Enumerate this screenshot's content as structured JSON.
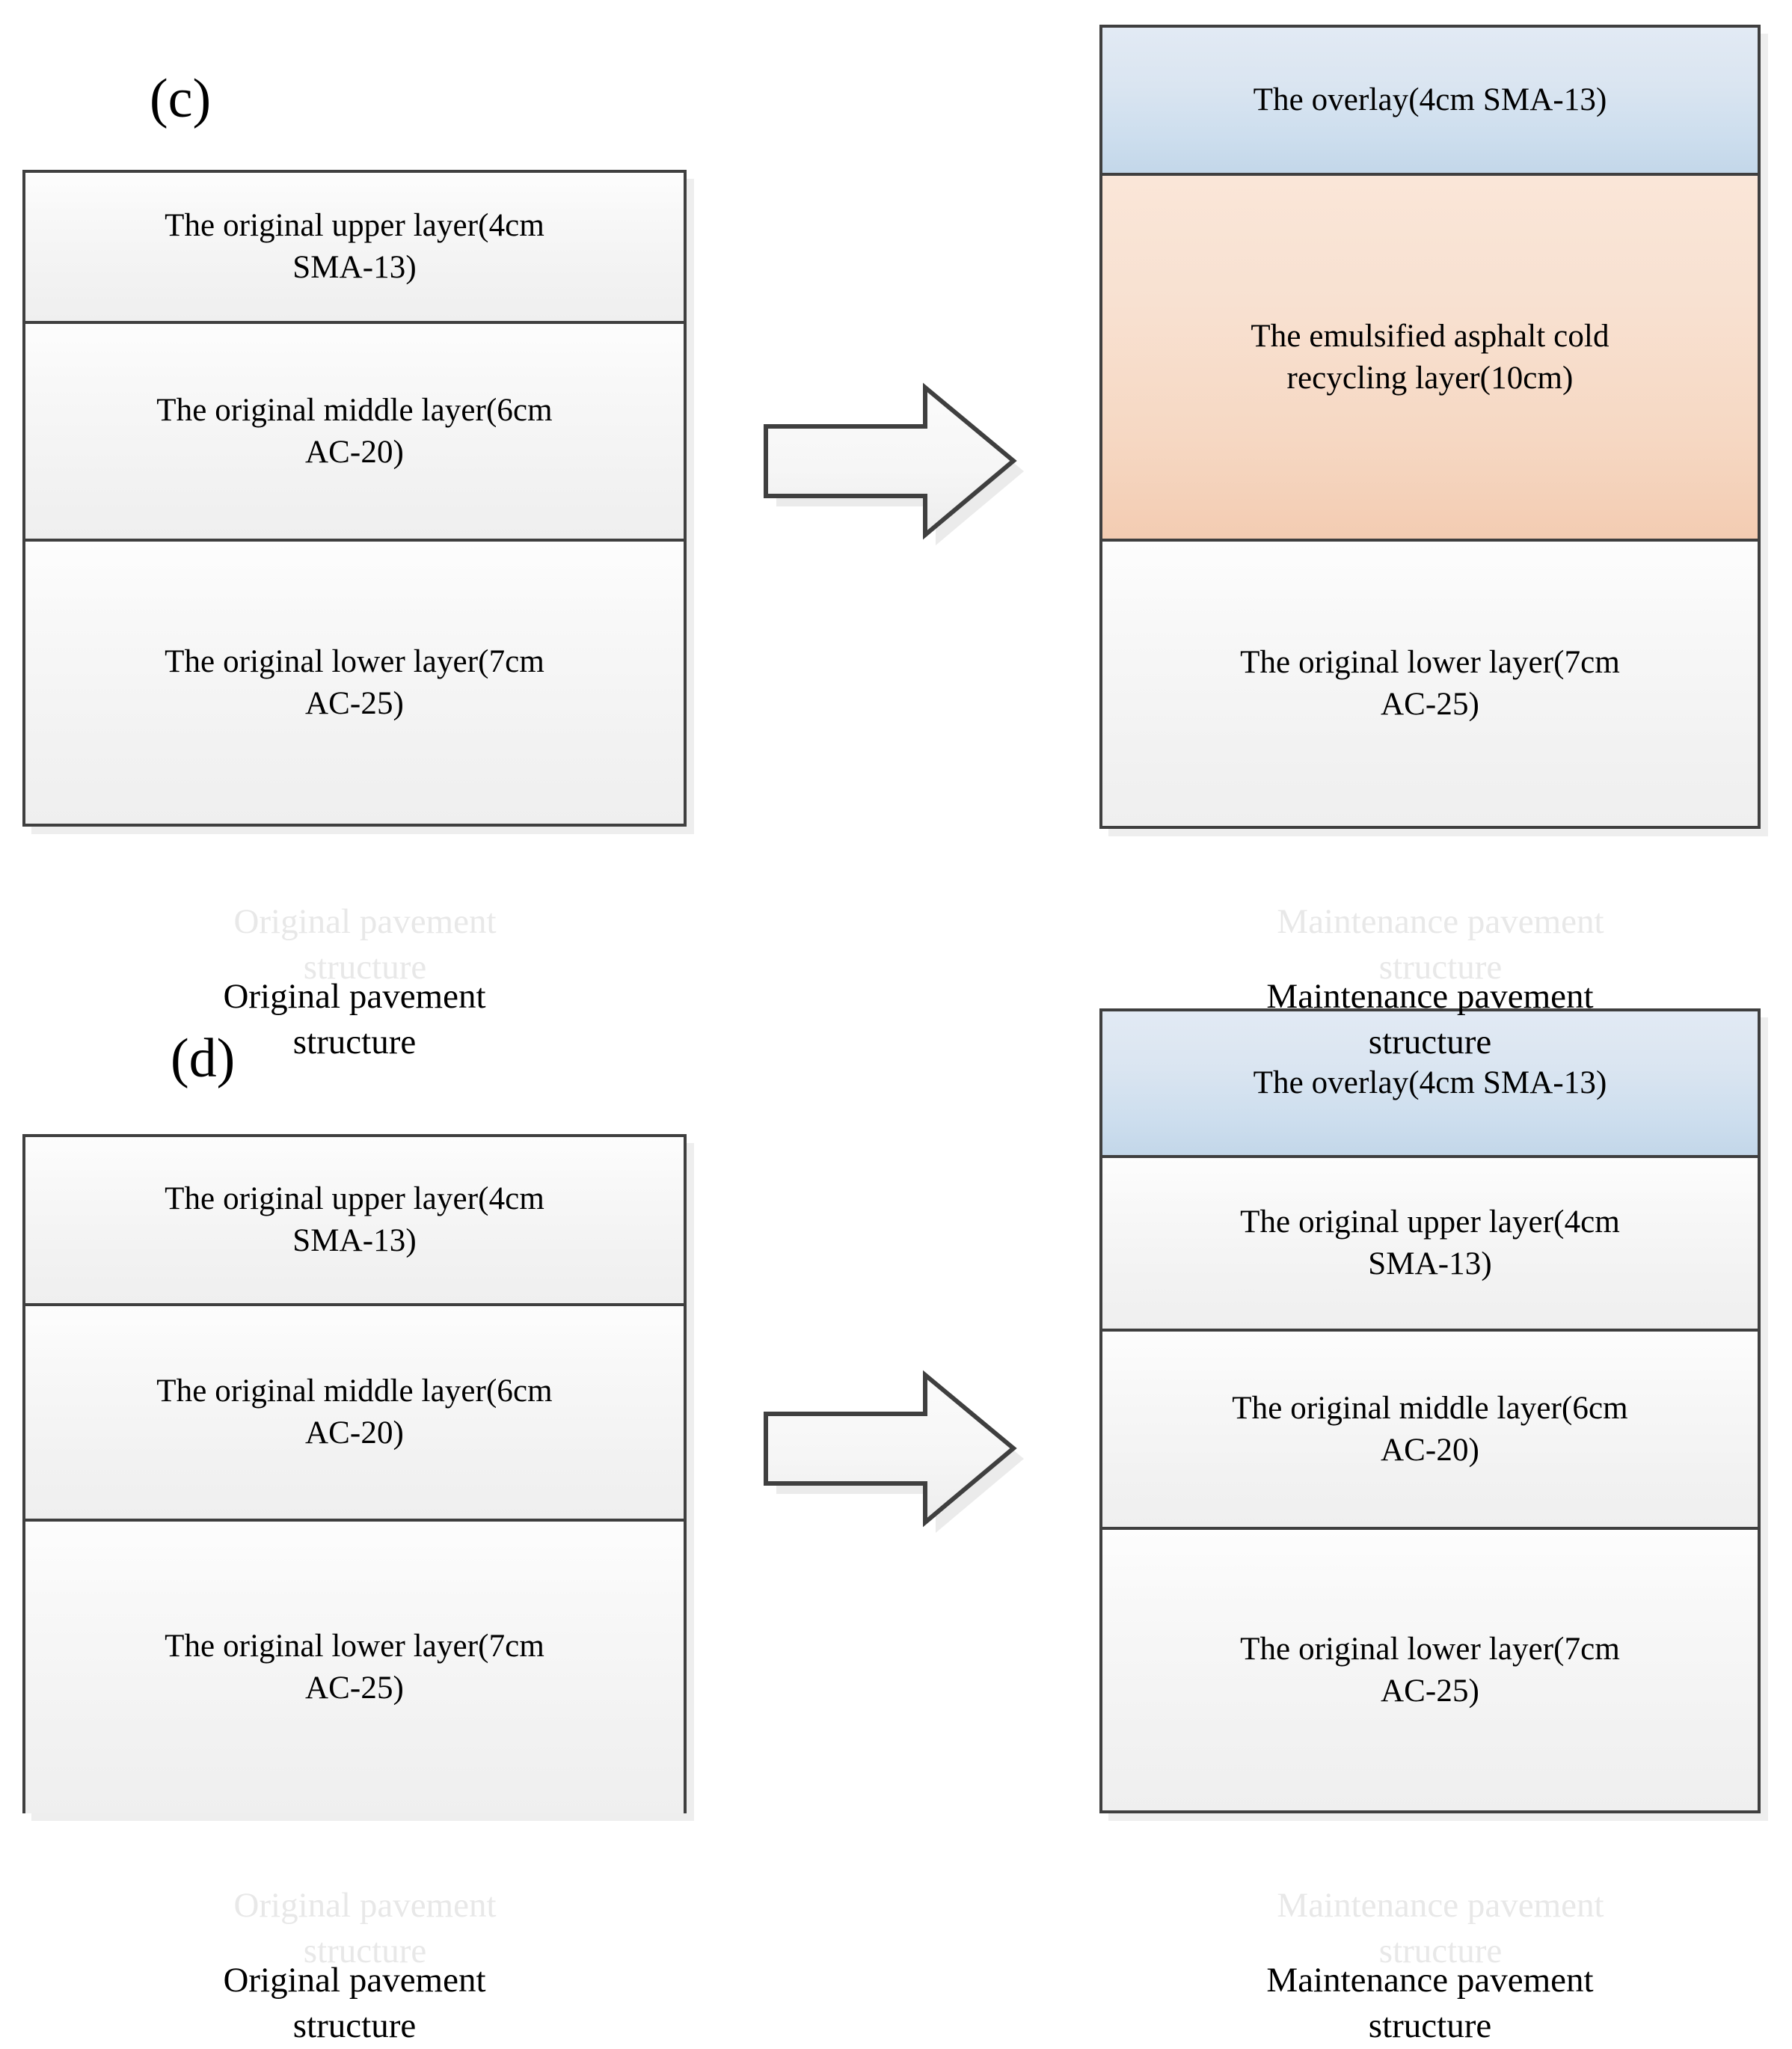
{
  "figure": {
    "panels": [
      {
        "letter": "(c)",
        "original": {
          "caption": "Original pavement\nstructure",
          "layers": [
            {
              "text": "The original upper layer(4cm\nSMA-13)",
              "fill": "grey"
            },
            {
              "text": "The original middle layer(6cm\nAC-20)",
              "fill": "grey"
            },
            {
              "text": "The original lower layer(7cm\nAC-25)",
              "fill": "grey"
            }
          ]
        },
        "arrow": "right-arrow",
        "maintenance": {
          "caption": "Maintenance pavement\nstructure",
          "layers": [
            {
              "text": "The overlay(4cm SMA-13)",
              "fill": "blue"
            },
            {
              "text": "The emulsified asphalt cold\nrecycling layer(10cm)",
              "fill": "orange"
            },
            {
              "text": "The original lower layer(7cm\nAC-25)",
              "fill": "grey"
            }
          ]
        }
      },
      {
        "letter": "(d)",
        "original": {
          "caption": "Original pavement\nstructure",
          "layers": [
            {
              "text": "The original upper layer(4cm\nSMA-13)",
              "fill": "grey"
            },
            {
              "text": "The original middle layer(6cm\nAC-20)",
              "fill": "grey"
            },
            {
              "text": "The original lower layer(7cm\nAC-25)",
              "fill": "grey"
            }
          ]
        },
        "arrow": "right-arrow",
        "maintenance": {
          "caption": "Maintenance pavement\nstructure",
          "layers": [
            {
              "text": "The overlay(4cm SMA-13)",
              "fill": "blue"
            },
            {
              "text": "The original upper layer(4cm\nSMA-13)",
              "fill": "grey"
            },
            {
              "text": "The original middle layer(6cm\nAC-20)",
              "fill": "grey"
            },
            {
              "text": "The original lower layer(7cm\nAC-25)",
              "fill": "grey"
            }
          ]
        }
      }
    ]
  },
  "colors": {
    "border": "#3f3f3f",
    "grey_fill_top": "#fdfdfd",
    "grey_fill_bottom": "#efefef",
    "blue_fill_top": "#e2eaf4",
    "blue_fill_bottom": "#c3d7e9",
    "orange_fill_top": "#fae6d8",
    "orange_fill_bottom": "#f3ccb2",
    "arrow_outline": "#3f3f3f",
    "arrow_fill": "#f7f7f7",
    "ghost_text": "#e8e8e8"
  }
}
